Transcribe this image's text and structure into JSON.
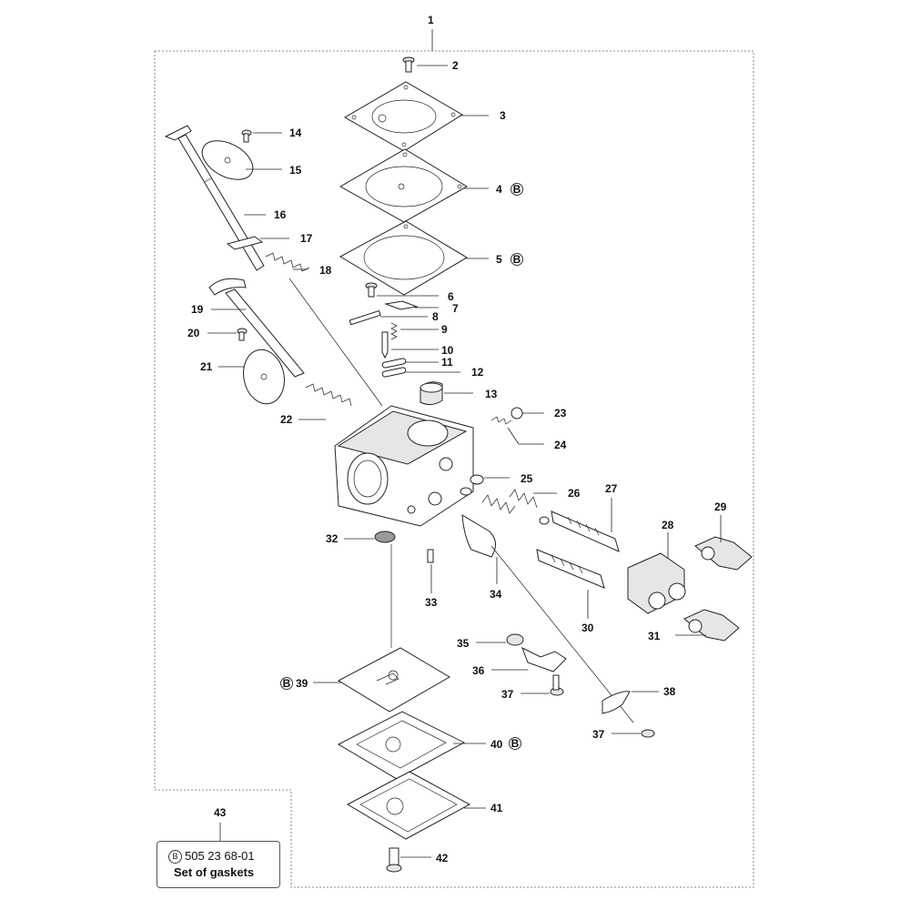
{
  "callouts": [
    {
      "n": "1",
      "mark": ""
    },
    {
      "n": "2",
      "mark": ""
    },
    {
      "n": "3",
      "mark": ""
    },
    {
      "n": "4",
      "mark": "B"
    },
    {
      "n": "5",
      "mark": "B"
    },
    {
      "n": "6",
      "mark": ""
    },
    {
      "n": "7",
      "mark": ""
    },
    {
      "n": "8",
      "mark": ""
    },
    {
      "n": "9",
      "mark": ""
    },
    {
      "n": "10",
      "mark": ""
    },
    {
      "n": "11",
      "mark": ""
    },
    {
      "n": "12",
      "mark": ""
    },
    {
      "n": "13",
      "mark": ""
    },
    {
      "n": "14",
      "mark": ""
    },
    {
      "n": "15",
      "mark": ""
    },
    {
      "n": "16",
      "mark": ""
    },
    {
      "n": "17",
      "mark": ""
    },
    {
      "n": "18",
      "mark": ""
    },
    {
      "n": "19",
      "mark": ""
    },
    {
      "n": "20",
      "mark": ""
    },
    {
      "n": "21",
      "mark": ""
    },
    {
      "n": "22",
      "mark": ""
    },
    {
      "n": "23",
      "mark": ""
    },
    {
      "n": "24",
      "mark": ""
    },
    {
      "n": "25",
      "mark": ""
    },
    {
      "n": "26",
      "mark": ""
    },
    {
      "n": "27",
      "mark": ""
    },
    {
      "n": "28",
      "mark": ""
    },
    {
      "n": "29",
      "mark": ""
    },
    {
      "n": "30",
      "mark": ""
    },
    {
      "n": "31",
      "mark": ""
    },
    {
      "n": "32",
      "mark": ""
    },
    {
      "n": "33",
      "mark": ""
    },
    {
      "n": "34",
      "mark": ""
    },
    {
      "n": "35",
      "mark": ""
    },
    {
      "n": "36",
      "mark": ""
    },
    {
      "n": "37",
      "mark": ""
    },
    {
      "n": "38",
      "mark": ""
    },
    {
      "n": "37",
      "mark": ""
    },
    {
      "n": "39",
      "mark": "B"
    },
    {
      "n": "40",
      "mark": "B"
    },
    {
      "n": "41",
      "mark": ""
    },
    {
      "n": "42",
      "mark": ""
    },
    {
      "n": "43",
      "mark": ""
    }
  ],
  "kit": {
    "marker": "B",
    "part_number": "505 23 68-01",
    "description": "Set of gaskets"
  }
}
